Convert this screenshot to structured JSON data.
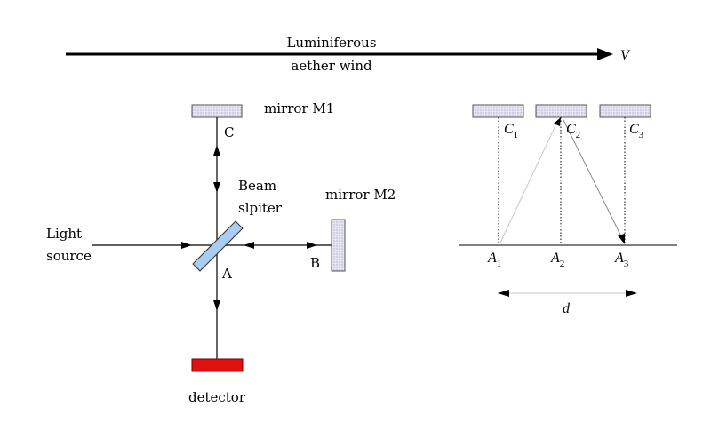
{
  "wind": {
    "line1": "Luminiferous",
    "line2": "aether wind",
    "velocity": "V"
  },
  "interferometer": {
    "mirror_m1": "mirror M1",
    "point_c": "C",
    "beam_line1": "Beam",
    "beam_line2": "slpiter",
    "mirror_m2": "mirror M2",
    "light_line1": "Light",
    "light_line2": "source",
    "point_a": "A",
    "point_b": "B",
    "detector": "detector"
  },
  "frames": {
    "c1": {
      "letter": "C",
      "index": "1"
    },
    "c2": {
      "letter": "C",
      "index": "2"
    },
    "c3": {
      "letter": "C",
      "index": "3"
    },
    "a1": {
      "letter": "A",
      "index": "1"
    },
    "a2": {
      "letter": "A",
      "index": "2"
    },
    "a3": {
      "letter": "A",
      "index": "3"
    },
    "distance": "d"
  },
  "colors": {
    "mirror_fill": "#dcdcf0",
    "mirror_stroke": "#555555",
    "splitter_fill": "#a9cdf0",
    "detector_fill": "#e01010",
    "line": "#000000"
  }
}
